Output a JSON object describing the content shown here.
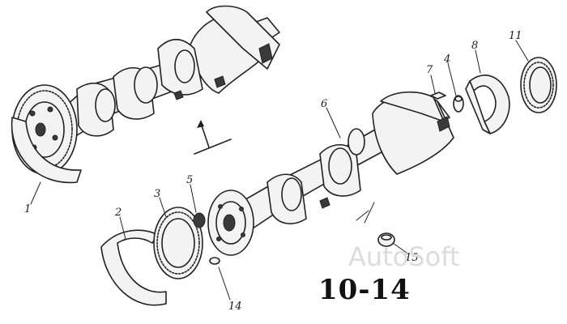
{
  "figure": {
    "number": "10-14",
    "watermark": "AutoSoft"
  },
  "callouts": [
    "1",
    "2",
    "3",
    "5",
    "6",
    "7",
    "4",
    "8",
    "11",
    "14",
    "15"
  ],
  "colors": {
    "ink": "#222222",
    "paper": "#ffffff",
    "watermark": "#dcdcdc"
  }
}
